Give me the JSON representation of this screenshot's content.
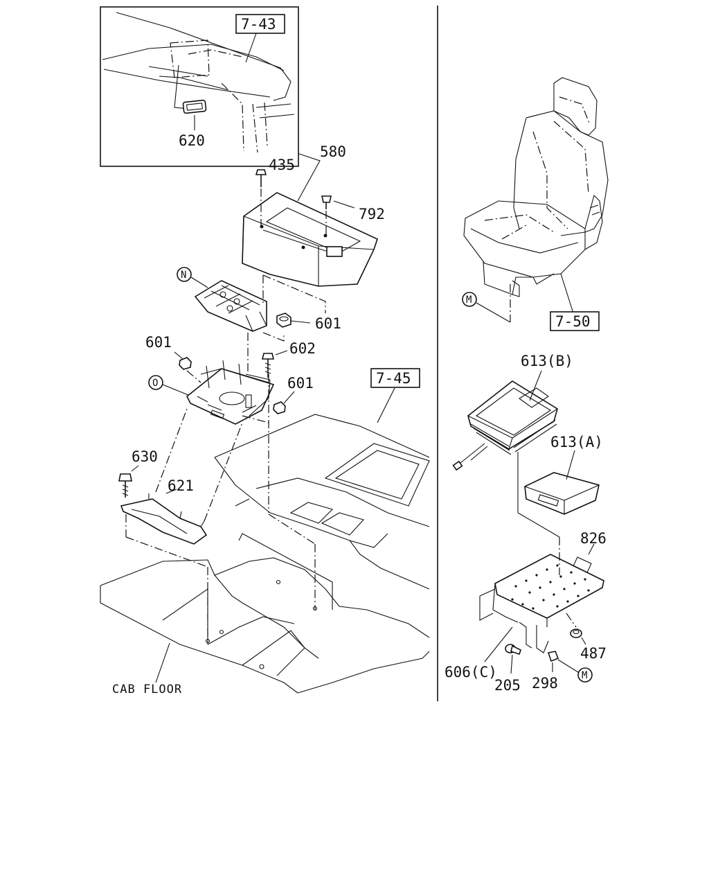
{
  "labels": {
    "ref_7_43": "7-43",
    "ref_7_45": "7-45",
    "ref_7_50": "7-50",
    "p620": "620",
    "p580": "580",
    "p435": "435",
    "p792": "792",
    "p601_top": "601",
    "p601_left": "601",
    "p601_right": "601",
    "p602": "602",
    "p630": "630",
    "p621": "621",
    "p613b": "613(B)",
    "p613a": "613(A)",
    "p826": "826",
    "p487": "487",
    "p606c": "606(C)",
    "p205": "205",
    "p298": "298",
    "cab_floor": "CAB FLOOR"
  },
  "markers": {
    "n": "N",
    "o": "O",
    "m_seat": "M",
    "m_bracket": "M"
  },
  "colors": {
    "line": "#111111",
    "background": "#ffffff"
  }
}
